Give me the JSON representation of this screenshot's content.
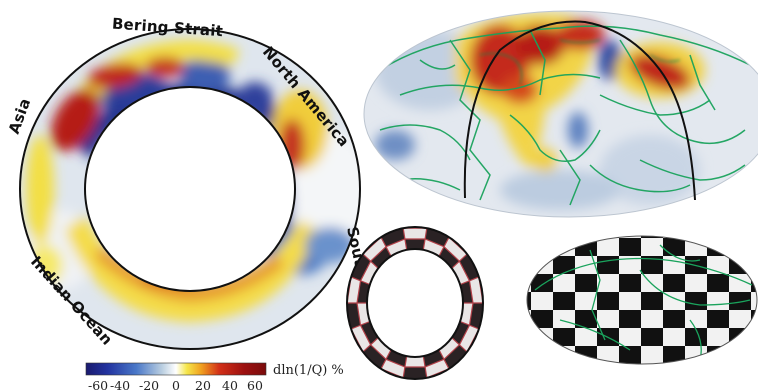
{
  "labels": {
    "bering_strait": "Bering Strait",
    "north_america": "North America",
    "south_america": "South America",
    "asia": "Asia",
    "indian_ocean": "Indian Ocean"
  },
  "colorbar": {
    "label": "dln(1/Q) %",
    "ticks": [
      "-60",
      "-40",
      "-20",
      "0",
      "20",
      "40",
      "60"
    ],
    "colors": [
      "#1a1a6e",
      "#2233a0",
      "#4a78c8",
      "#b8cde0",
      "#ffffff",
      "#f5e64a",
      "#f0a020",
      "#d23018",
      "#9c1010",
      "#7a0c0c"
    ]
  },
  "palette": {
    "blue_anomaly": "#23308e",
    "red_anomaly": "#b51e14",
    "yellow_anomaly": "#f3df45",
    "plate_boundaries": "#1aa35c",
    "profile_line": "#111111"
  },
  "panels": {
    "main": "cross-section ring tomography",
    "map": "Mollweide map with plate boundaries",
    "ring_test": "checkerboard ring test",
    "map_test": "checkerboard map test"
  }
}
